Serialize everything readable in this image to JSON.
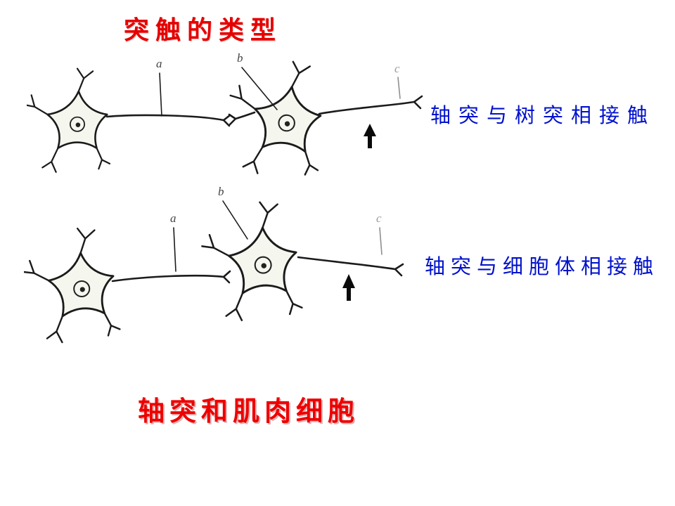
{
  "slide": {
    "title": "突触的类型",
    "figures": [
      {
        "caption": "轴突与树突相接触",
        "labels": {
          "a": "a",
          "b": "b",
          "c": "c"
        }
      },
      {
        "caption": "轴突与细胞体相接触",
        "labels": {
          "a": "a",
          "b": "b",
          "c": "c"
        }
      }
    ],
    "bottom_label": "轴突和肌肉细胞",
    "colors": {
      "title_red": "#e60000",
      "caption_blue": "#0011cc",
      "ink": "#1b1b1b"
    }
  }
}
